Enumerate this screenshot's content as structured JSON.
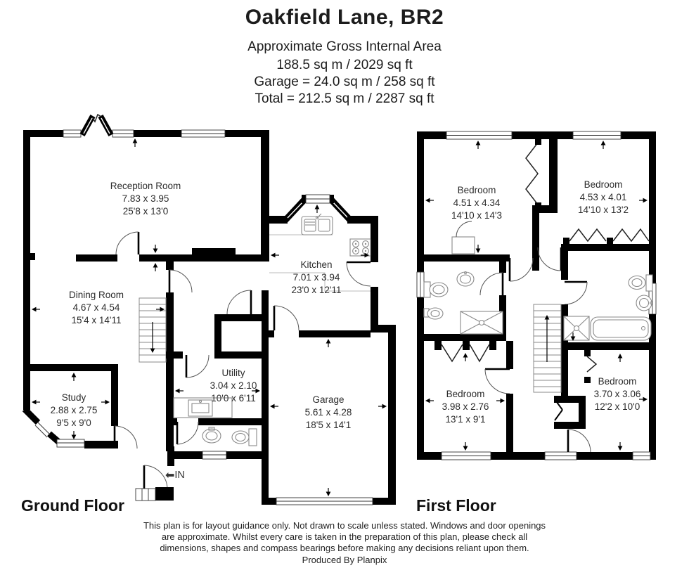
{
  "header": {
    "title": "Oakfield Lane, BR2",
    "subtitle": "Approximate Gross Internal Area",
    "area_line": "188.5 sq m / 2029 sq ft",
    "garage_line": "Garage = 24.0 sq m / 258 sq ft",
    "total_line": "Total = 212.5 sq m / 2287 sq ft"
  },
  "ground_floor": {
    "label": "Ground Floor",
    "entrance": "IN",
    "rooms": {
      "reception": {
        "name": "Reception Room",
        "metric": "7.83 x 3.95",
        "imperial": "25'8 x 13'0"
      },
      "dining": {
        "name": "Dining Room",
        "metric": "4.67 x 4.54",
        "imperial": "15'4 x 14'11"
      },
      "kitchen": {
        "name": "Kitchen",
        "metric": "7.01 x 3.94",
        "imperial": "23'0 x 12'11"
      },
      "study": {
        "name": "Study",
        "metric": "2.88 x 2.75",
        "imperial": "9'5 x 9'0"
      },
      "utility": {
        "name": "Utility",
        "metric": "3.04 x 2.10",
        "imperial": "10'0 x 6'11"
      },
      "garage": {
        "name": "Garage",
        "metric": "5.61 x 4.28",
        "imperial": "18'5 x 14'1"
      }
    }
  },
  "first_floor": {
    "label": "First Floor",
    "rooms": {
      "bedroom1": {
        "name": "Bedroom",
        "metric": "4.51 x 4.34",
        "imperial": "14'10 x 14'3"
      },
      "bedroom2": {
        "name": "Bedroom",
        "metric": "4.53 x 4.01",
        "imperial": "14'10 x 13'2"
      },
      "bedroom3": {
        "name": "Bedroom",
        "metric": "3.98 x 2.76",
        "imperial": "13'1 x 9'1"
      },
      "bedroom4": {
        "name": "Bedroom",
        "metric": "3.70 x 3.06",
        "imperial": "12'2 x 10'0"
      }
    }
  },
  "footer": {
    "line1": "This plan is for layout guidance only. Not drawn to scale unless stated. Windows and door openings",
    "line2": "are approximate. Whilst every care is taken in the preparation of this plan, please check all",
    "line3": "dimensions, shapes and compass bearings before making any decisions reliant upon them.",
    "line4": "Produced By Planpix"
  },
  "colors": {
    "wall": "#000000",
    "fixture": "#8a8a8a",
    "text": "#222222"
  }
}
